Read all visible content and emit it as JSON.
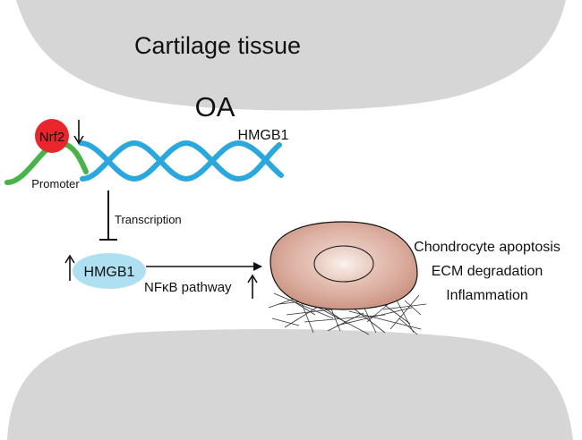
{
  "diagram": {
    "tissue_label": "Cartilage tissue",
    "disease_label": "OA",
    "nrf2": {
      "label": "Nrf2",
      "trend": "down",
      "color": "#e8262b"
    },
    "gene_label": "HMGB1",
    "promoter_label": "Promoter",
    "repression_label": "Transcription",
    "protein": {
      "label": "HMGB1",
      "trend": "up",
      "color": "#aee0f2"
    },
    "pathway": {
      "label": "NFκB pathway",
      "trend": "up"
    },
    "outcomes": [
      "Chondrocyte apoptosis",
      "ECM degradation",
      "Inflammation"
    ],
    "colors": {
      "tissue": "#d6d6d6",
      "dna": "#2aa7dc",
      "promoter": "#47b348",
      "cell": "#d7a697",
      "nucleus": "#f2e0d9"
    }
  }
}
